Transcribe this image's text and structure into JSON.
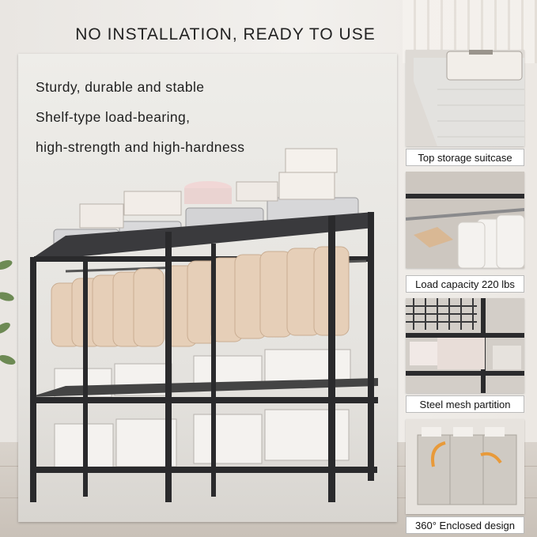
{
  "headline": "NO INSTALLATION, READY TO USE",
  "features": [
    "Sturdy, durable and stable",
    "Shelf-type load-bearing,",
    "high-strength and high-hardness"
  ],
  "panels": [
    {
      "label": "Top storage suitcase"
    },
    {
      "label": "Load capacity 220 lbs"
    },
    {
      "label": "Steel mesh partition"
    },
    {
      "label": "360° Enclosed design"
    }
  ],
  "colors": {
    "frame": "#2a2a2c",
    "coat": "#e8d3bd",
    "box": "#f1efec",
    "cover": "#cfcac3"
  }
}
